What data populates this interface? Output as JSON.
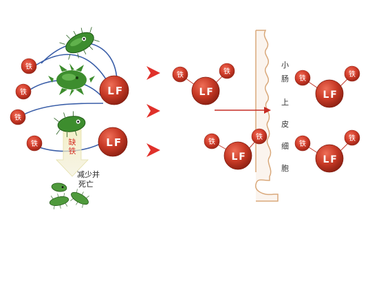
{
  "labels": {
    "iron": "铁",
    "lf_L": "L",
    "lf_F": "F",
    "iron_deficiency_line1": "缺",
    "iron_deficiency_line2": "铁",
    "reduce_die_line1": "减少并",
    "reduce_die_line2": "死亡",
    "intestine_cell": [
      "小",
      "肠",
      "上",
      "皮",
      "细",
      "胞"
    ]
  },
  "colors": {
    "iron_red": "#c93a2a",
    "lf_red": "#c0392b",
    "bacteria_green": "#3a8a2c",
    "arrow_red": "#e0302a",
    "intestine_line": "#d9a87a",
    "intestine_fill": "#fbf4ee",
    "curve_blue": "#3a5ea8",
    "deficiency_arrow": "#e8e3a8"
  },
  "icons": {
    "bacteria": "bacteria-icon",
    "arrow": "red-arrow-icon"
  }
}
